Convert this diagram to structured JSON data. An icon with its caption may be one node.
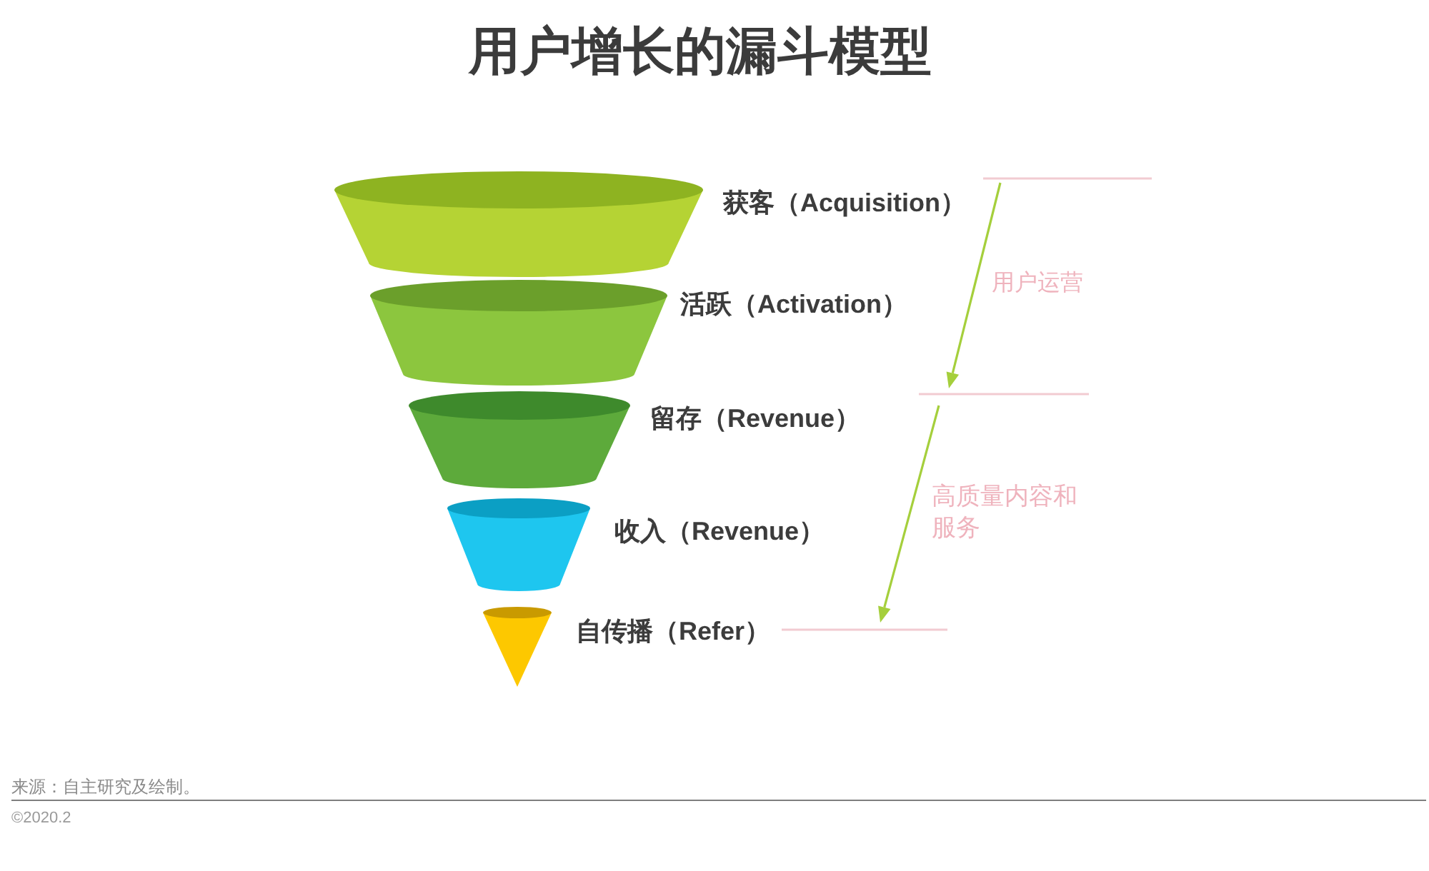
{
  "diagram": {
    "title": "用户增长的漏斗模型",
    "nodes": [
      {
        "text": [],
        "shape": "cone",
        "beside": [
          "获客（Acquisition）"
        ]
      },
      {
        "text": [],
        "shape": "cone",
        "beside": [
          "活跃（Activation）"
        ]
      },
      {
        "text": [],
        "shape": "cone",
        "beside": [
          "留存（Revenue）"
        ]
      },
      {
        "text": [],
        "shape": "cone",
        "beside": [
          "收入（Revenue）"
        ]
      },
      {
        "text": [],
        "shape": "cone",
        "beside": [
          "自传播（Refer）"
        ]
      }
    ],
    "labels": [
      "用户运营",
      "高质量内容和服务",
      "来源：自主研究及绘制。",
      "©2020.2"
    ]
  }
}
